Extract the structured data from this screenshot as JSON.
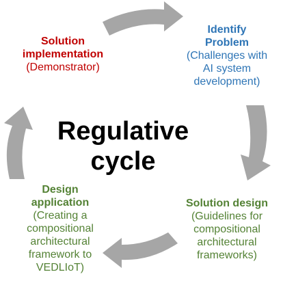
{
  "center": {
    "line1": "Regulative",
    "line2": "cycle"
  },
  "stages": {
    "implementation": {
      "title_lines": [
        "Solution",
        "implementation"
      ],
      "sub_lines": [
        "(Demonstrator)"
      ],
      "color": "#c00000"
    },
    "identify": {
      "title_lines": [
        "Identify",
        "Problem"
      ],
      "sub_lines": [
        "(Challenges with",
        "AI system",
        "development)"
      ],
      "color": "#2e75b6"
    },
    "solution_design": {
      "title_lines": [
        "Solution design"
      ],
      "sub_lines": [
        "(Guidelines for",
        "compositional",
        "architectural",
        "frameworks)"
      ],
      "color": "#548235"
    },
    "design_application": {
      "title_lines": [
        "Design",
        "application"
      ],
      "sub_lines": [
        "(Creating a",
        "compositional",
        "architectural",
        "framework to",
        "VEDLIoT)"
      ],
      "color": "#548235"
    }
  },
  "arrow_color": "#a6a6a6"
}
